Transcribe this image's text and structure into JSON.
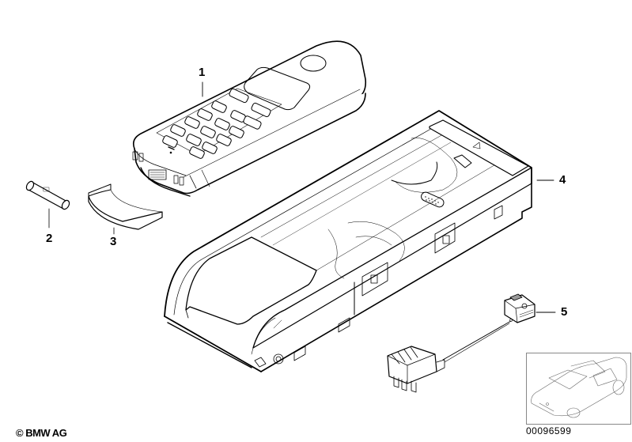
{
  "diagram": {
    "type": "exploded-parts-diagram",
    "subject": "Car telephone handset and center console cradle",
    "copyright": "© BMW AG",
    "diagram_id": "00096599",
    "line_color": "#000000",
    "background_color": "#ffffff"
  },
  "parts": [
    {
      "number": "1",
      "description": "Telephone handset with keypad and display"
    },
    {
      "number": "2",
      "description": "Cylindrical pin / battery"
    },
    {
      "number": "3",
      "description": "Curved cover cap"
    },
    {
      "number": "4",
      "description": "Handset cradle / center console holder"
    },
    {
      "number": "5",
      "description": "Connector with cable and plug"
    }
  ],
  "thumbnail": {
    "label": "vehicle-locator-thumbnail",
    "description": "Sedan outline showing location"
  }
}
